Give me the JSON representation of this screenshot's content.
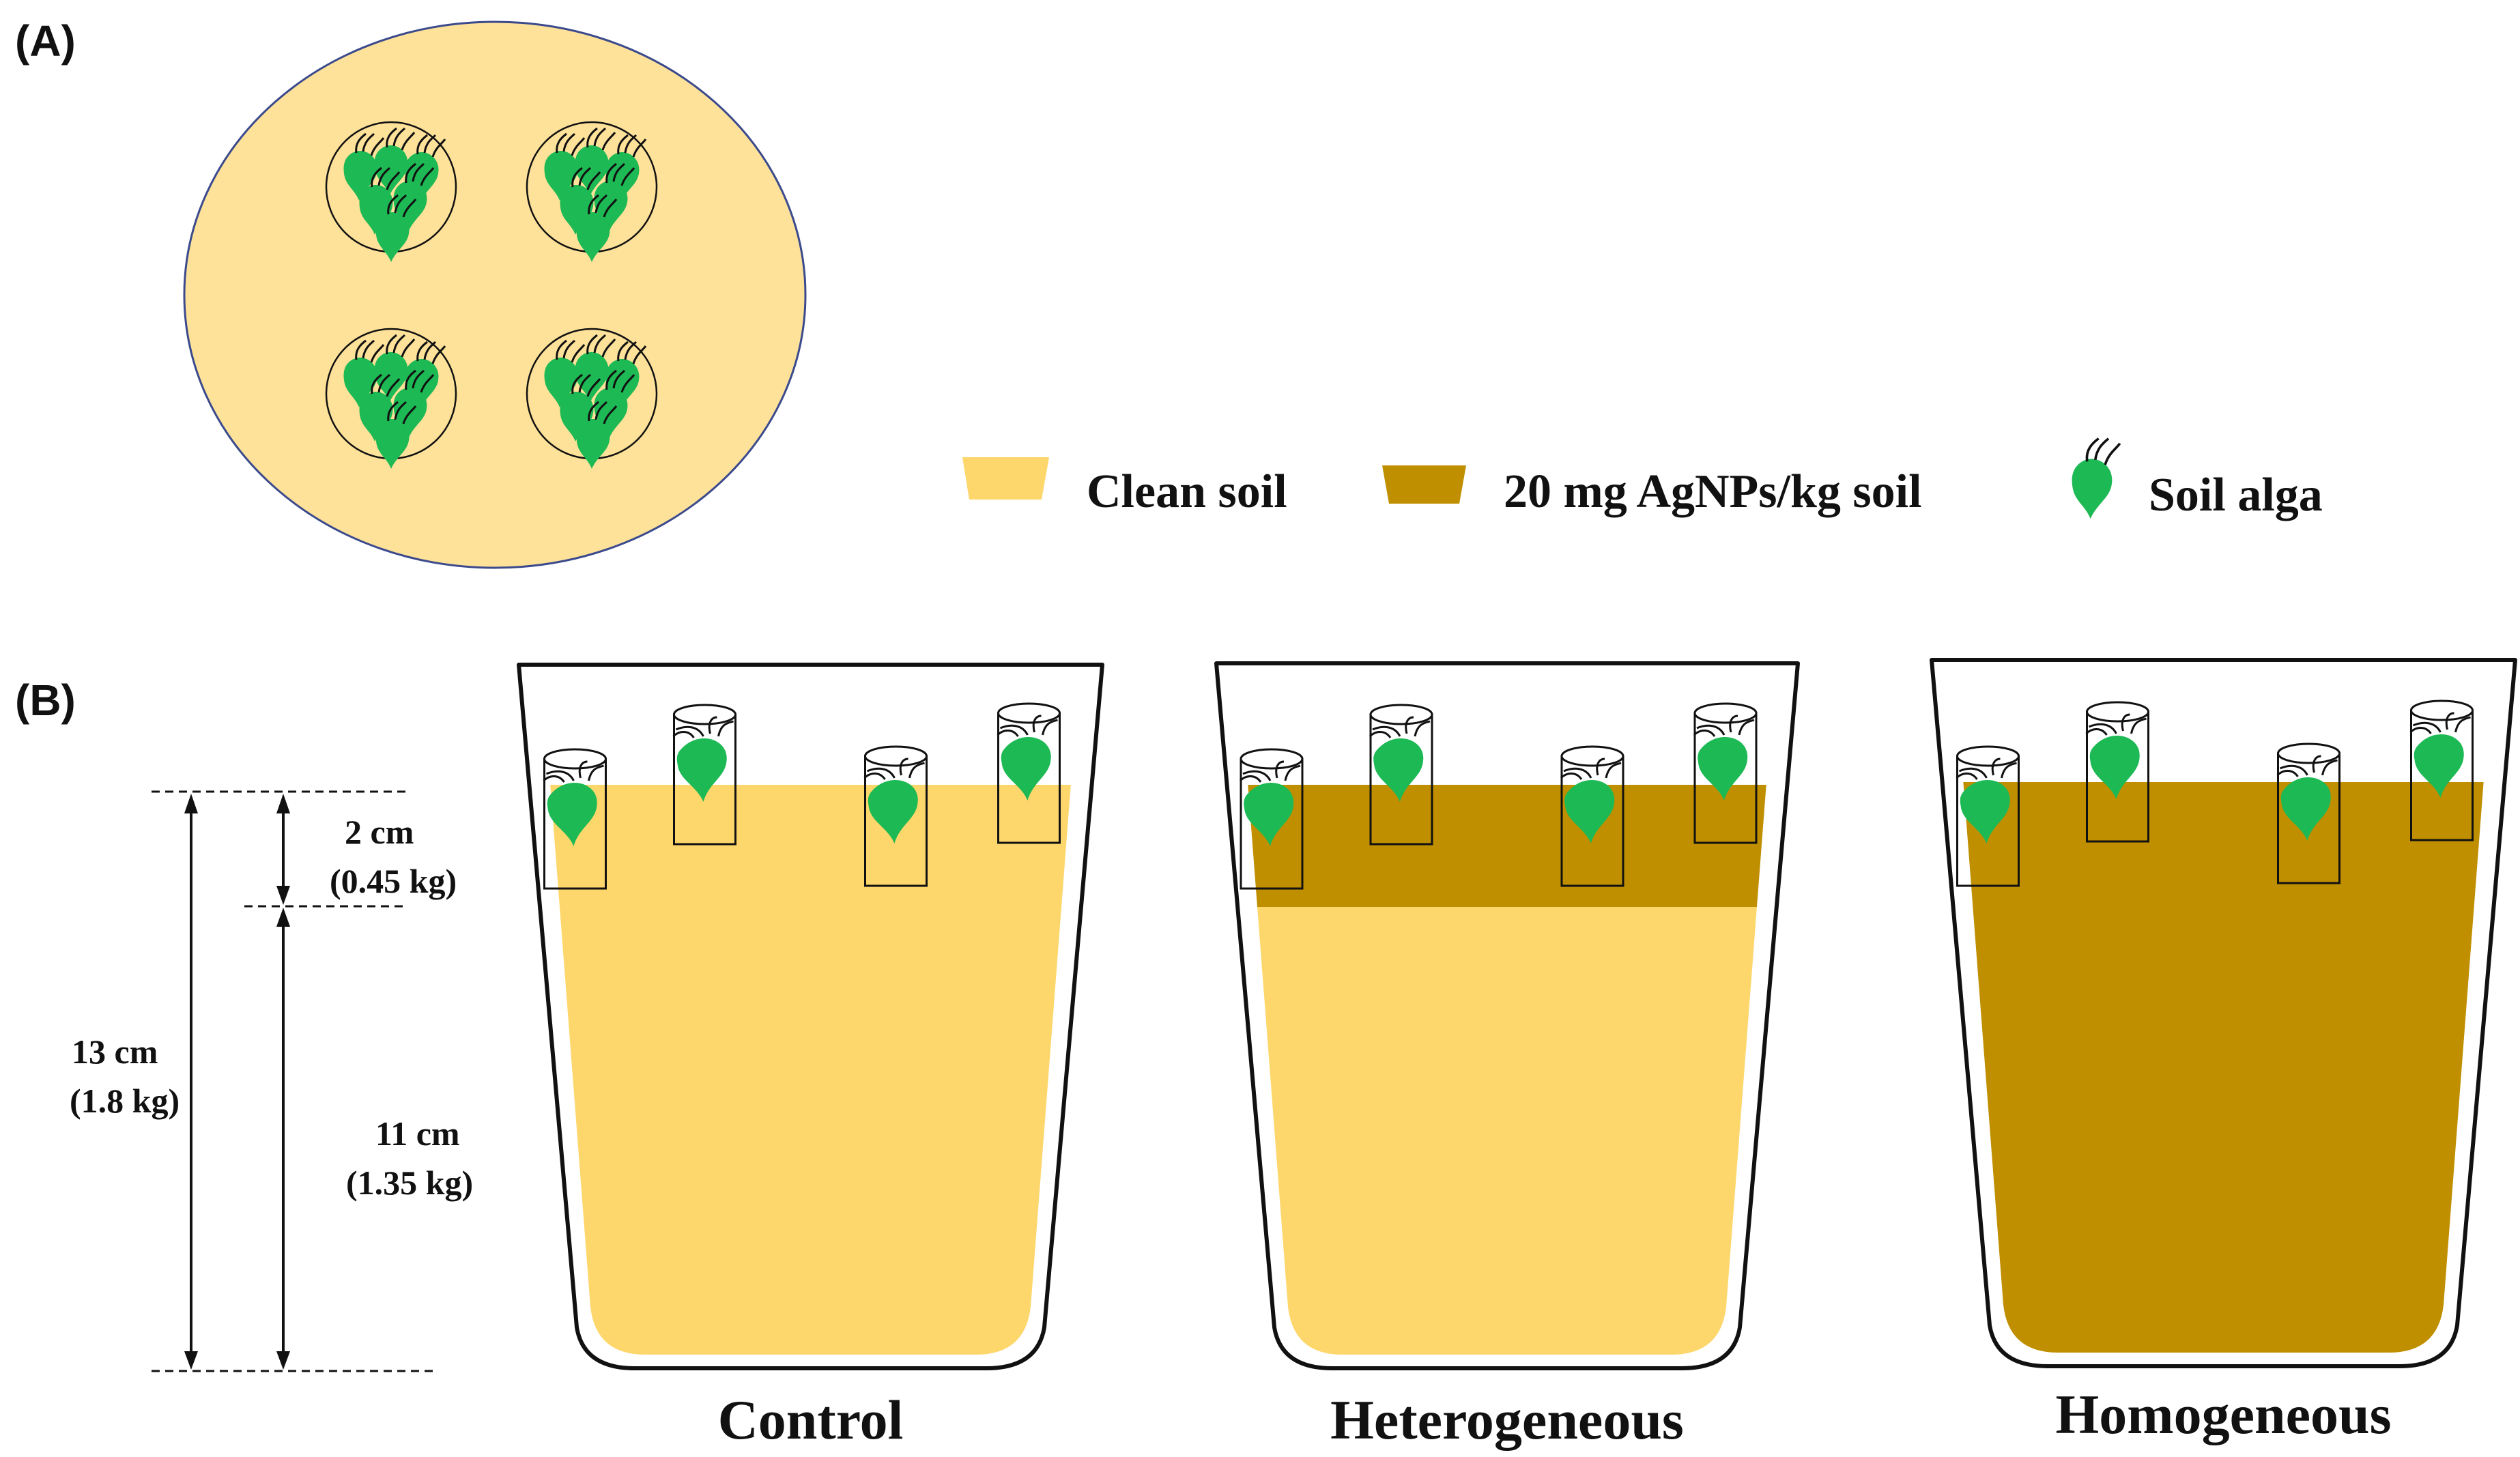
{
  "panel_a": {
    "label": "(A)"
  },
  "panel_b": {
    "label": "(B)"
  },
  "legend": {
    "clean_soil": "Clean soil",
    "agnp_soil": "20 mg AgNPs/kg soil",
    "soil_alga": "Soil alga"
  },
  "dimensions": {
    "top_depth": "2 cm",
    "top_mass": "(0.45 kg)",
    "bottom_depth": "11 cm",
    "bottom_mass": "(1.35 kg)",
    "total_depth": "13 cm",
    "total_mass": "(1.8 kg)"
  },
  "pots": [
    {
      "label": "Control",
      "top_layer": "clean",
      "bottom_layer": "clean"
    },
    {
      "label": "Heterogeneous",
      "top_layer": "agnp",
      "bottom_layer": "clean"
    },
    {
      "label": "Homogeneous",
      "top_layer": "agnp",
      "bottom_layer": "agnp"
    }
  ],
  "colors": {
    "clean_soil": "#FDD76B",
    "agnp_soil": "#BF8F00",
    "petri_dish": "#FEE29A",
    "alga": "#1DB954",
    "outline": "#111111"
  }
}
